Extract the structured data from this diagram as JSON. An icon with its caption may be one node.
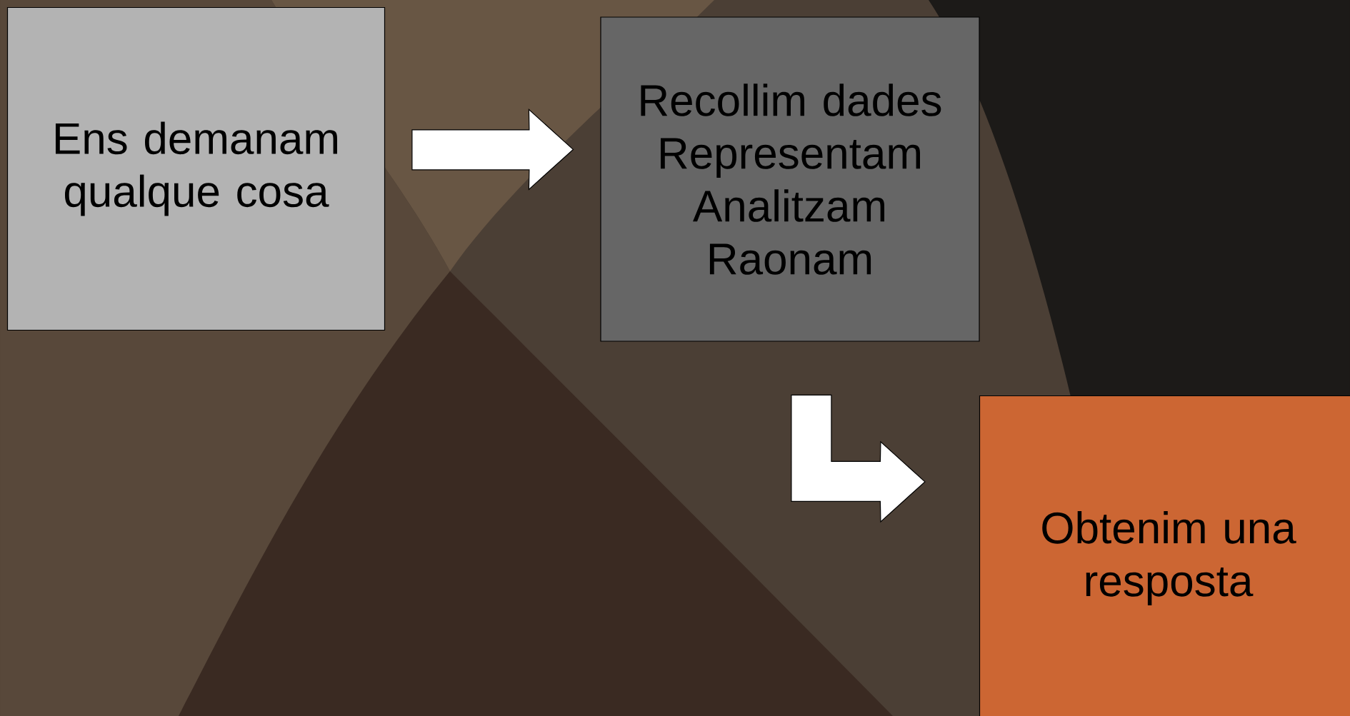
{
  "diagram": {
    "nodes": [
      {
        "text": [
          "Ens demanam qualque cosa"
        ]
      },
      {
        "text": [
          "Recollim dades",
          "Representam",
          "Analitzam",
          "Raonam"
        ]
      },
      {
        "text": [
          "Obtenim una resposta"
        ]
      }
    ],
    "edges": [
      {
        "from": 0,
        "to": 1,
        "arrow": "to"
      },
      {
        "from": 1,
        "to": 2,
        "arrow": "to"
      }
    ]
  }
}
